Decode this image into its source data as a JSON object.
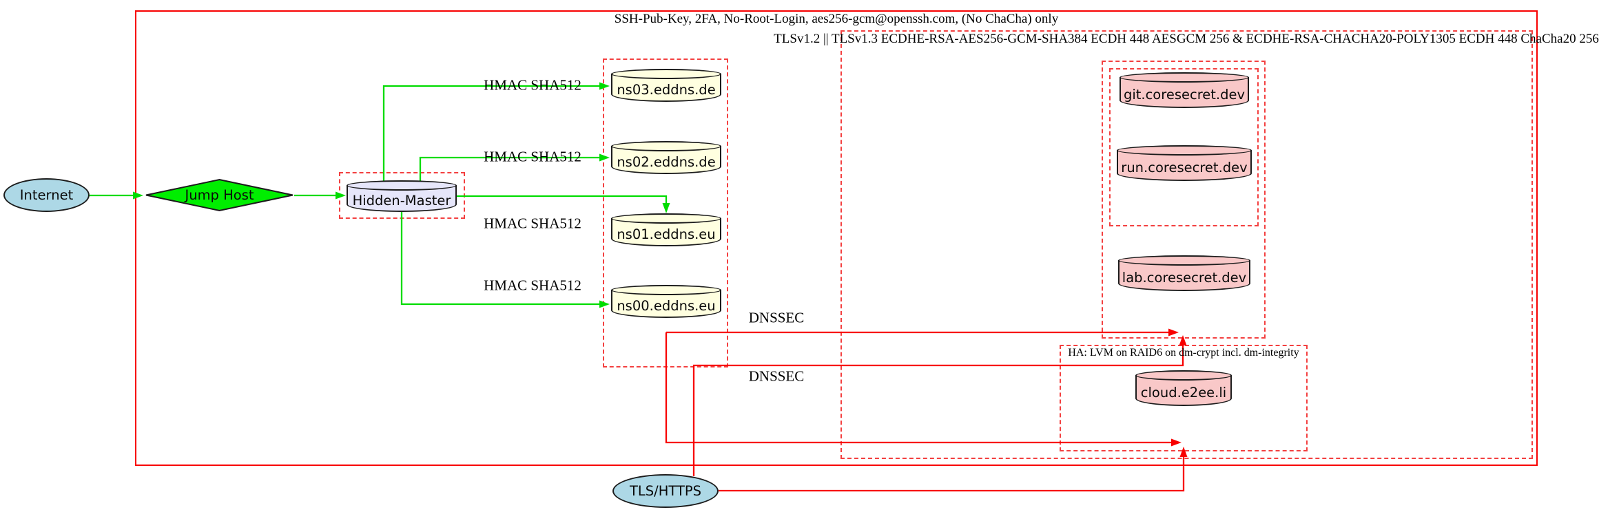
{
  "diagram": {
    "clusters": {
      "ssh": {
        "label": "SSH-Pub-Key, 2FA, No-Root-Login, aes256-gcm@openssh.com, (No ChaCha) only",
        "border_style": "solid",
        "border_color": "#F80000"
      },
      "tls": {
        "label": "TLSv1.2 || TLSv1.3 ECDHE-RSA-AES256-GCM-SHA384 ECDH 448 AESGCM 256 & ECDHE-RSA-CHACHA20-POLY1305 ECDH 448 ChaCha20 256",
        "border_style": "dashed",
        "border_color": "#F34040"
      },
      "ha": {
        "label": "HA: LVM on RAID6 on dm-crypt incl. dm-integrity",
        "border_style": "dashed",
        "border_color": "#F34040"
      },
      "coresecret_outer": {
        "label": "",
        "border_style": "dashed"
      },
      "coresecret_inner": {
        "label": "",
        "border_style": "dashed"
      },
      "nameservers": {
        "label": "",
        "border_style": "dashed"
      },
      "hidden_master_box": {
        "label": "",
        "border_style": "dashed"
      }
    },
    "nodes": {
      "internet": {
        "label": "Internet",
        "shape": "ellipse",
        "fill": "#ADD8E6"
      },
      "jump_host": {
        "label": "Jump Host",
        "shape": "diamond",
        "fill": "#00EE00"
      },
      "hidden_master": {
        "label": "Hidden-Master",
        "shape": "cylinder",
        "fill": "#E6E6FA"
      },
      "ns03": {
        "label": "ns03.eddns.de",
        "shape": "cylinder",
        "fill": "#FFFFE0"
      },
      "ns02": {
        "label": "ns02.eddns.de",
        "shape": "cylinder",
        "fill": "#FFFFE0"
      },
      "ns01": {
        "label": "ns01.eddns.eu",
        "shape": "cylinder",
        "fill": "#FFFFE0"
      },
      "ns00": {
        "label": "ns00.eddns.eu",
        "shape": "cylinder",
        "fill": "#FFFFE0"
      },
      "git": {
        "label": "git.coresecret.dev",
        "shape": "cylinder",
        "fill": "#F9C8C8"
      },
      "run": {
        "label": "run.coresecret.dev",
        "shape": "cylinder",
        "fill": "#F9C8C8"
      },
      "lab": {
        "label": "lab.coresecret.dev",
        "shape": "cylinder",
        "fill": "#F9C8C8"
      },
      "cloud": {
        "label": "cloud.e2ee.li",
        "shape": "cylinder",
        "fill": "#F9C8C8"
      },
      "tls_https": {
        "label": "TLS/HTTPS",
        "shape": "ellipse",
        "fill": "#ADD8E6"
      }
    },
    "edges": [
      {
        "from": "internet",
        "to": "jump_host",
        "label": "",
        "color": "green"
      },
      {
        "from": "jump_host",
        "to": "hidden_master",
        "label": "",
        "color": "green"
      },
      {
        "from": "hidden_master",
        "to": "ns03",
        "label": "HMAC SHA512",
        "color": "green"
      },
      {
        "from": "hidden_master",
        "to": "ns02",
        "label": "HMAC SHA512",
        "color": "green"
      },
      {
        "from": "hidden_master",
        "to": "ns01",
        "label": "HMAC SHA512",
        "color": "green"
      },
      {
        "from": "hidden_master",
        "to": "ns00",
        "label": "HMAC SHA512",
        "color": "green"
      },
      {
        "from": "ns00",
        "to": "coresecret_cluster",
        "label": "DNSSEC",
        "color": "red"
      },
      {
        "from": "ns00",
        "to": "ha_cluster",
        "label": "DNSSEC",
        "color": "red"
      },
      {
        "from": "tls_https",
        "to": "coresecret_cluster",
        "label": "",
        "color": "red"
      },
      {
        "from": "tls_https",
        "to": "ha_cluster",
        "label": "",
        "color": "red"
      }
    ],
    "colors": {
      "edge_green": "#00DC00",
      "edge_red": "#F80000",
      "cluster_dash_red": "#F34040",
      "node_border": "#1C1C1C",
      "background": "#FFFFFF"
    }
  }
}
